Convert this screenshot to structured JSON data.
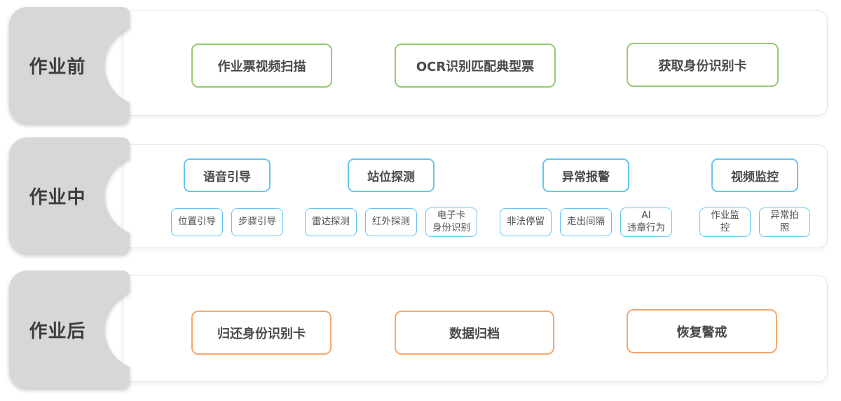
{
  "colors": {
    "before_accent": "#95CB72",
    "during_accent": "#64C6F0",
    "after_accent": "#F8A76C",
    "tab_background": "#D7D7D7",
    "panel_border": "#E5E5E5",
    "tab_text": "#3C3C3C",
    "node_text": "#4A4A4A"
  },
  "sections": {
    "before": {
      "tab_label": "作业前",
      "nodes": [
        "作业票视频扫描",
        "OCR识别匹配典型票",
        "获取身份识别卡"
      ]
    },
    "during": {
      "tab_label": "作业中",
      "groups": [
        {
          "header": "语音引导",
          "subs": [
            "位置引导",
            "步骤引导"
          ]
        },
        {
          "header": "站位探测",
          "subs": [
            "雷达探测",
            "红外探测",
            "电子卡\n身份识别"
          ]
        },
        {
          "header": "异常报警",
          "subs": [
            "非法停留",
            "走出间隔",
            "AI\n违章行为"
          ]
        },
        {
          "header": "视频监控",
          "subs": [
            "作业监控",
            "异常拍照"
          ]
        }
      ]
    },
    "after": {
      "tab_label": "作业后",
      "nodes": [
        "归还身份识别卡",
        "数据归档",
        "恢复警戒"
      ]
    }
  }
}
